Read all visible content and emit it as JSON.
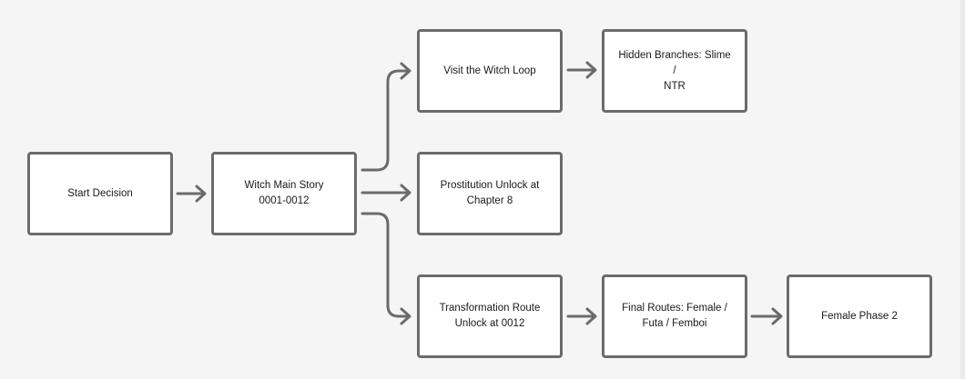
{
  "colors": {
    "background": "#f5f5f5",
    "node_fill": "#ffffff",
    "node_border": "#6b6b6b",
    "edge": "#6b6b6b",
    "text": "#1a1a1a"
  },
  "nodes": {
    "start": "Start Decision",
    "witch_main_story": "Witch Main Story\n0001-0012",
    "visit_witch_loop": "Visit the Witch Loop",
    "hidden_branches": "Hidden Branches: Slime /\nNTR",
    "prostitution_unlock": "Prostitution Unlock at\nChapter 8",
    "transformation_route": "Transformation Route\nUnlock at 0012",
    "final_routes": "Final Routes: Female /\nFuta / Femboi",
    "female_phase_2": "Female Phase 2"
  },
  "edges": [
    [
      "start",
      "witch_main_story"
    ],
    [
      "witch_main_story",
      "visit_witch_loop"
    ],
    [
      "witch_main_story",
      "prostitution_unlock"
    ],
    [
      "witch_main_story",
      "transformation_route"
    ],
    [
      "visit_witch_loop",
      "hidden_branches"
    ],
    [
      "transformation_route",
      "final_routes"
    ],
    [
      "final_routes",
      "female_phase_2"
    ]
  ]
}
